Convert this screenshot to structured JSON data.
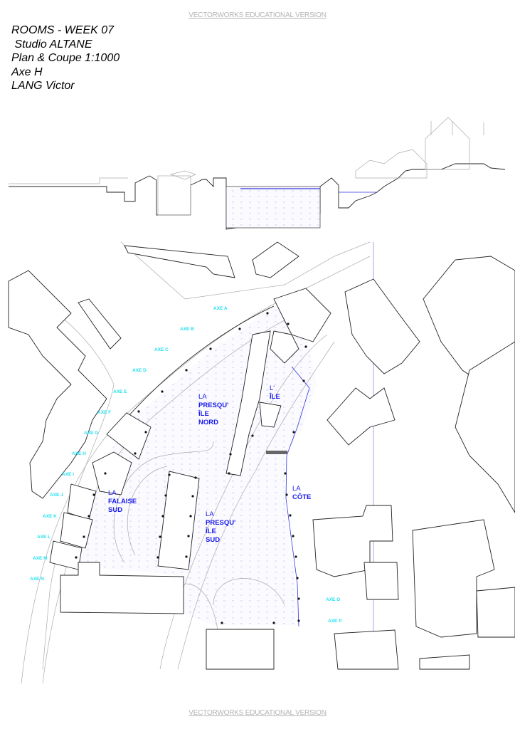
{
  "watermark": {
    "top": "VECTORWORKS EDUCATIONAL VERSION",
    "bottom": "VECTORWORKS EDUCATIONAL VERSION"
  },
  "title_block": {
    "line1": "ROOMS - WEEK 07",
    "line2": " Studio ALTANE",
    "line3": "Plan & Coupe 1:1000",
    "line4": "Axe H",
    "line5": "LANG Victor"
  },
  "axes": [
    "AXE A",
    "AXE B",
    "AXE C",
    "AXE D",
    "AXE E",
    "AXE F",
    "AXE G",
    "AXE H",
    "AXE I",
    "AXE J",
    "AXE K",
    "AXE L",
    "AXE M",
    "AXE N",
    "AXE O",
    "AXE P"
  ],
  "zones": {
    "presquile_nord": [
      "LA",
      "PRESQU'",
      "ÎLE",
      "NORD"
    ],
    "ile": [
      "L'",
      "ÎLE"
    ],
    "falaise_sud": [
      "LA",
      "FALAISE",
      "SUD"
    ],
    "presquile_sud": [
      "LA",
      "PRESQU'",
      "ÎLE",
      "SUD"
    ],
    "cote": [
      "LA",
      "CÔTE"
    ]
  },
  "colors": {
    "axis_label": "#22e0f0",
    "zone_label": "#1a1aee",
    "water_line": "#3333dd"
  }
}
